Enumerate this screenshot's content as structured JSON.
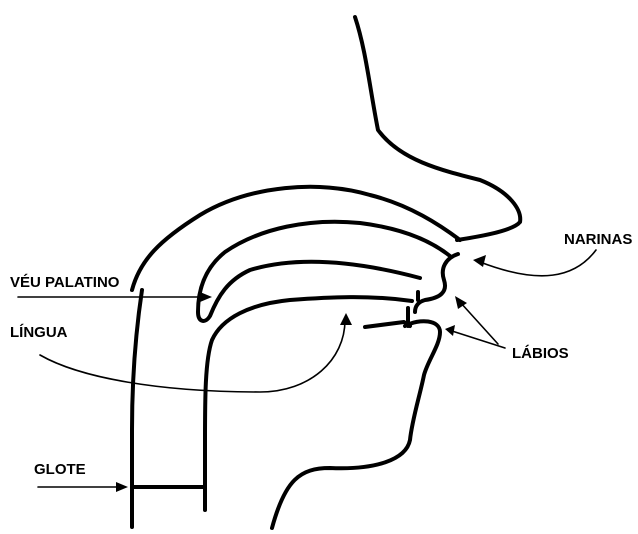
{
  "labels": {
    "narinas": "NARINAS",
    "veu_palatino": "VÉU PALATINO",
    "lingua": "LÍNGUA",
    "labios": "LÁBIOS",
    "glote": "GLOTE"
  },
  "colors": {
    "line": "#000000",
    "background": "#ffffff"
  }
}
